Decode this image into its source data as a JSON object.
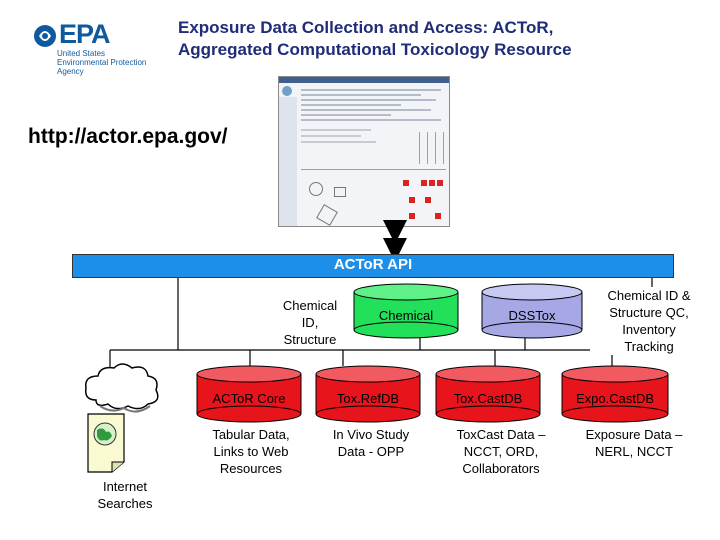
{
  "header": {
    "agency_name": "EPA",
    "agency_sub": [
      "United States",
      "Environmental Protection",
      "Agency"
    ],
    "title_line1": "Exposure Data Collection and Access: ACToR,",
    "title_line2": "Aggregated Computational Toxicology Resource"
  },
  "url": "http://actor.epa.gov/",
  "api_label": "ACToR API",
  "nodes": {
    "chemical_id_structure": [
      "Chemical",
      "ID,",
      "Structure"
    ],
    "chemical": "Chemical",
    "dsstox": "DSSTox",
    "chemical_id_qc": [
      "Chemical ID &",
      "Structure QC,",
      "Inventory",
      "Tracking"
    ],
    "actor_core": "ACToR Core",
    "toxrefdb": "Tox.RefDB",
    "toxcastdb": "Tox.CastDB",
    "expocastdb": "Expo.CastDB",
    "internet_searches": [
      "Internet",
      "Searches"
    ]
  },
  "descriptions": {
    "actor_core": [
      "Tabular Data,",
      "Links to Web",
      "Resources"
    ],
    "toxrefdb": [
      "In Vivo Study",
      "Data - OPP"
    ],
    "toxcastdb": [
      "ToxCast Data –",
      "NCCT, ORD,",
      "Collaborators"
    ],
    "expocastdb": [
      "Exposure Data –",
      "NERL, NCCT"
    ]
  },
  "colors": {
    "title": "#1f2c77",
    "api_bar": "#1d8fe8",
    "red_cylinder": "#e8141c",
    "green_cylinder": "#22e05a",
    "lavender_cylinder": "#a6a8e6",
    "epa_blue": "#0f5a9e"
  }
}
